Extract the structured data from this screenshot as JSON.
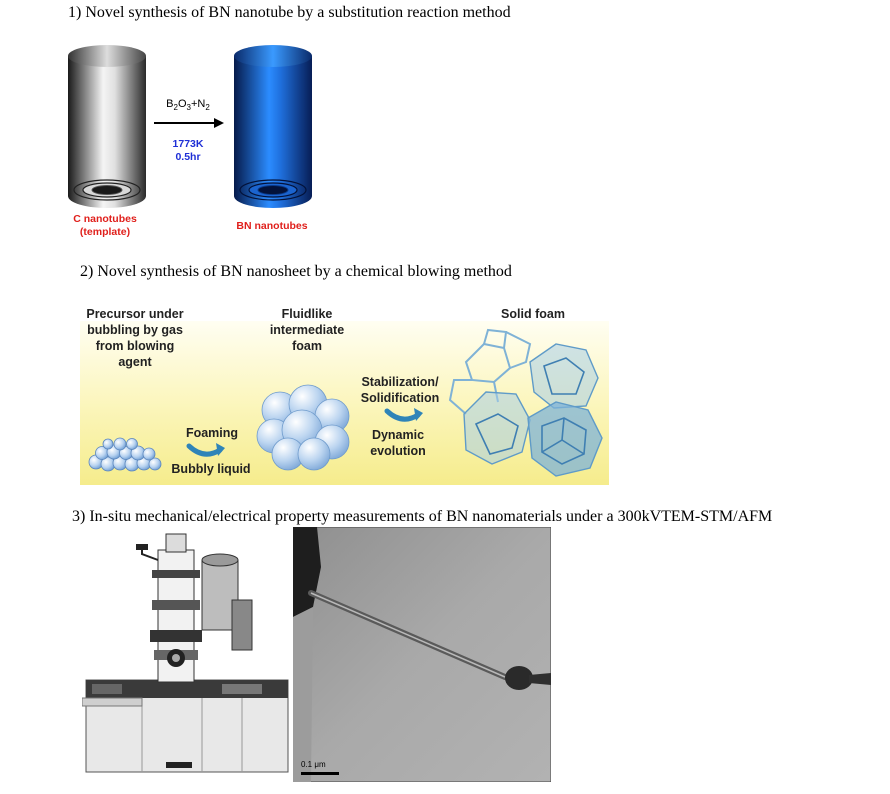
{
  "sections": {
    "s1": {
      "heading": "1) Novel synthesis of BN nanotube by a substitution reaction method",
      "reagent_main": "B",
      "reagent_sub1": "2",
      "reagent_o": "O",
      "reagent_sub2": "3",
      "reagent_plus": "+N",
      "reagent_sub3": "2",
      "temperature": "1773K",
      "duration": "0.5hr",
      "c_label_line1": "C nanotubes",
      "c_label_line2": "(template)",
      "bn_label": "BN nanotubes"
    },
    "s2": {
      "heading": "2) Novel synthesis of BN nanosheet by a chemical blowing method",
      "precursor": "Precursor under bubbling by gas from blowing agent",
      "fluidlike": "Fluidlike intermediate foam",
      "solid_foam": "Solid foam",
      "stabilization": "Stabilization/ Solidification",
      "foaming": "Foaming",
      "bubbly_liquid": "Bubbly liquid",
      "dynamic_evolution": "Dynamic evolution"
    },
    "s3": {
      "heading": "3) In-situ mechanical/electrical property measurements of BN nanomaterials under a 300kVTEM-STM/AFM",
      "scale_bar": "0.1 μm"
    }
  },
  "colors": {
    "carbon_tube": "#9a9a9a",
    "bn_tube": "#1a6fe0",
    "foam_bg_top": "#ffffff",
    "foam_bg_bottom": "#f7ef9a",
    "bubble": "#a9c8ec",
    "foam_cell": "#7fb2d6",
    "red_label": "#e0201c",
    "blue_label": "#1e2fd6"
  },
  "icons": [
    "carbon-nanotube-icon",
    "bn-nanotube-icon",
    "reaction-arrow-icon",
    "bubble-cluster-icon",
    "foam-icon",
    "curved-arrow-icon",
    "tem-instrument-icon",
    "tem-micrograph-icon"
  ]
}
